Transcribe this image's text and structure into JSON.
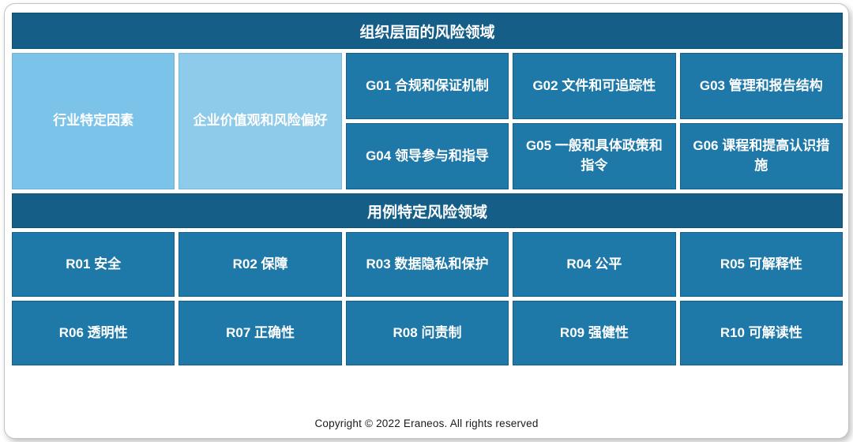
{
  "colors": {
    "header_bg": "#155E88",
    "cell_bg": "#1E78A8",
    "light_cell_1_bg": "#7CC3EA",
    "light_cell_2_bg": "#8ECAE9",
    "text": "#ffffff",
    "card_border": "#c2c2c2"
  },
  "org": {
    "header": "组织层面的风险领域",
    "left_cells": [
      "行业特定因素",
      "企业价值观和风险偏好"
    ],
    "g_cells": [
      "G01 合规和保证机制",
      "G02 文件和可追踪性",
      "G03 管理和报告结构",
      "G04 领导参与和指导",
      "G05 一般和具体政策和指令",
      "G06 课程和提高认识措施"
    ]
  },
  "usecase": {
    "header": "用例特定风险领域",
    "r_cells": [
      "R01 安全",
      "R02 保障",
      "R03 数据隐私和保护",
      "R04 公平",
      "R05 可解释性",
      "R06 透明性",
      "R07 正确性",
      "R08 问责制",
      "R09 强健性",
      "R10 可解读性"
    ]
  },
  "footer": {
    "copyright": "Copyright © 2022 Eraneos. All rights reserved"
  }
}
